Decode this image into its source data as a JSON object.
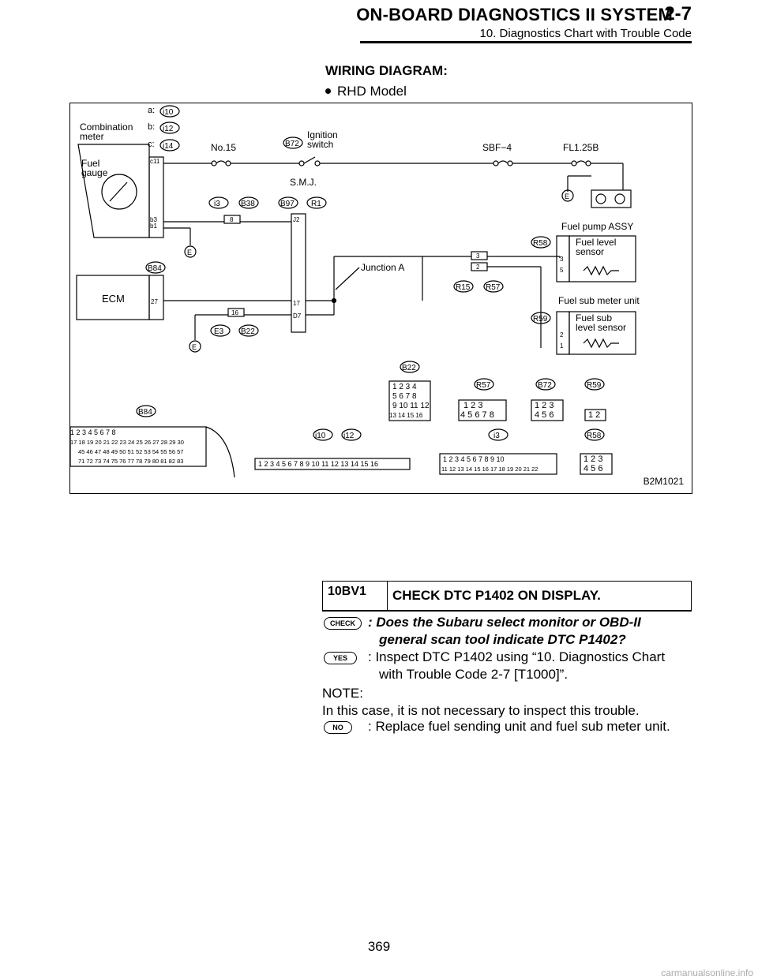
{
  "header": {
    "title": "ON-BOARD DIAGNOSTICS II SYSTEM",
    "section_code": "2-7",
    "subtitle": "10. Diagnostics Chart with Trouble Code"
  },
  "section_title": "WIRING DIAGRAM:",
  "model_bullet": "RHD Model",
  "diagram": {
    "id": "B2M1021",
    "labels": {
      "combination_meter": "Combination",
      "meter": "meter",
      "fuel": "Fuel",
      "gauge": "gauge",
      "a": "a:",
      "b": "b:",
      "c": "c:",
      "i10": "i10",
      "i12": "i12",
      "i14": "i14",
      "no15": "No.15",
      "b72": "B72",
      "ignition": "Ignition",
      "switch": "switch",
      "sbf4": "SBF−4",
      "fl125b": "FL1.25B",
      "smj": "S.M.J.",
      "i3": "i3",
      "b38": "B38",
      "b97": "B97",
      "r1": "R1",
      "b84": "B84",
      "ecm": "ECM",
      "junction_a": "Junction A",
      "r15": "R15",
      "r57": "R57",
      "r58": "R58",
      "r59": "R59",
      "e3": "E3",
      "b22": "B22",
      "e": "E",
      "fuel_pump_assy": "Fuel pump ASSY",
      "fuel_level": "Fuel level",
      "sensor": "sensor",
      "fuel_sub_meter_unit": "Fuel sub meter unit",
      "fuel_sub": "Fuel sub",
      "level_sensor": "level sensor",
      "pin_c11": "c11",
      "pin_b3": "b3",
      "pin_b1": "b1",
      "pin_8": "8",
      "pin_j2": "J2",
      "pin_27": "27",
      "pin_16": "16",
      "pin_17": "17",
      "pin_d7": "D7",
      "pin_3": "3",
      "pin_2": "2",
      "pin_5": "5",
      "pin_1": "1"
    },
    "connectors": {
      "b22_rows": [
        "1 2 3 4",
        "5 6 7 8",
        "9 10 11 12",
        "13 14 15 16"
      ],
      "r57_rows": [
        "1 2    3",
        "4 5 6 7 8"
      ],
      "b72_rows": [
        "1 2 3",
        "4 5 6"
      ],
      "r59_rows": [
        "1 2"
      ],
      "b84_rows": [
        "1 2 3 4    5 6    7 8",
        "17 18 19 20 21 22 23 24 25 26 27 28 29 30",
        "45 46 47 48 49 50 51 52 53 54 55 56 57",
        "71 72 73 74 75 76 77 78 79 80 81 82 83"
      ],
      "i10i12_row": "1 2 3 4 5 6 7 8 9 10 11 12 13 14 15 16",
      "i3_rows": [
        "1 2 3 4 5    6 7 8 9 10",
        "11 12 13 14 15 16 17 18 19 20 21 22"
      ],
      "r58_rows": [
        "1 2 3",
        "4 5 6"
      ]
    }
  },
  "step": {
    "number": "10BV1",
    "title": "CHECK DTC P1402 ON DISPLAY."
  },
  "badges": {
    "check": "CHECK",
    "yes": "YES",
    "no": "NO"
  },
  "check_text_1": ": Does the Subaru select monitor or OBD-II",
  "check_text_2": "general scan tool indicate DTC P1402?",
  "yes_text_1": ": Inspect DTC P1402 using “10. Diagnostics Chart",
  "yes_text_2": "with Trouble Code 2-7 [T1000]”.",
  "note_label": "NOTE:",
  "note_text": "In this case, it is not necessary to inspect this trouble.",
  "no_text": ": Replace fuel sending unit and fuel sub meter unit.",
  "page_number": "369",
  "watermark": "carmanualsonline.info"
}
